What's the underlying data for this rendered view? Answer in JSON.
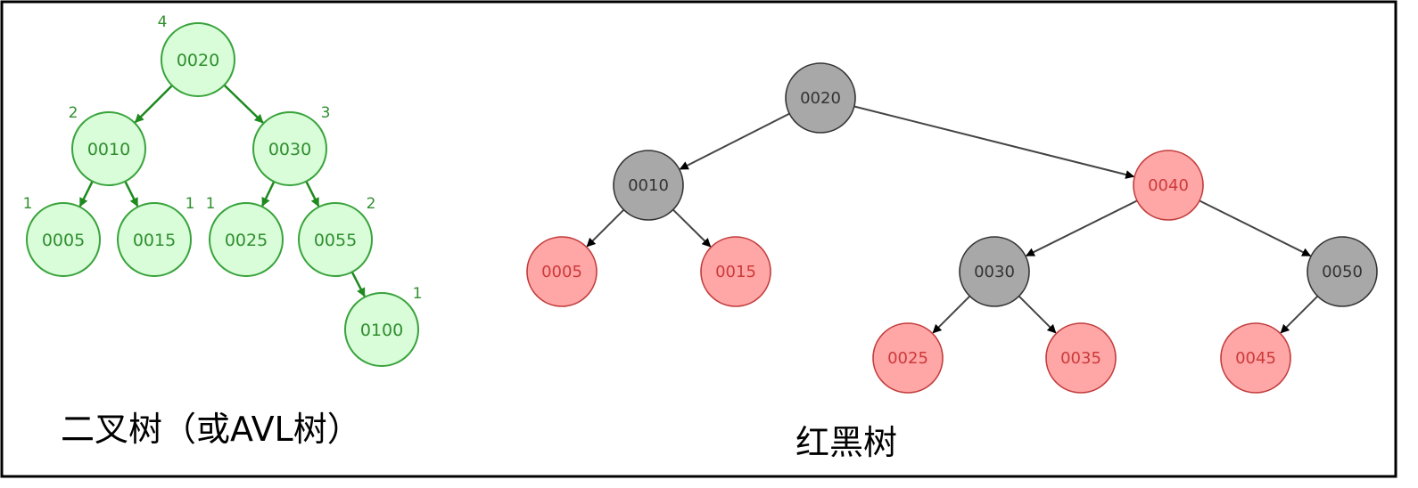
{
  "avl_tree": {
    "caption": "二叉树（或AVL树）",
    "nodes": [
      {
        "id": "n20",
        "label": "0020",
        "height": "4"
      },
      {
        "id": "n10",
        "label": "0010",
        "height": "2"
      },
      {
        "id": "n30",
        "label": "0030",
        "height": "3"
      },
      {
        "id": "n05",
        "label": "0005",
        "height": "1"
      },
      {
        "id": "n15",
        "label": "0015",
        "height": "1"
      },
      {
        "id": "n25",
        "label": "0025",
        "height": "1"
      },
      {
        "id": "n55",
        "label": "0055",
        "height": "2"
      },
      {
        "id": "n100",
        "label": "0100",
        "height": "1"
      }
    ],
    "edges": [
      [
        "n20",
        "n10"
      ],
      [
        "n20",
        "n30"
      ],
      [
        "n10",
        "n05"
      ],
      [
        "n10",
        "n15"
      ],
      [
        "n30",
        "n25"
      ],
      [
        "n30",
        "n55"
      ],
      [
        "n55",
        "n100"
      ]
    ]
  },
  "rb_tree": {
    "caption": "红黑树",
    "nodes": [
      {
        "id": "r20",
        "label": "0020",
        "color": "black"
      },
      {
        "id": "r10",
        "label": "0010",
        "color": "black"
      },
      {
        "id": "r40",
        "label": "0040",
        "color": "red"
      },
      {
        "id": "r05",
        "label": "0005",
        "color": "red"
      },
      {
        "id": "r15",
        "label": "0015",
        "color": "red"
      },
      {
        "id": "r30",
        "label": "0030",
        "color": "black"
      },
      {
        "id": "r50",
        "label": "0050",
        "color": "black"
      },
      {
        "id": "r25",
        "label": "0025",
        "color": "red"
      },
      {
        "id": "r35",
        "label": "0035",
        "color": "red"
      },
      {
        "id": "r45",
        "label": "0045",
        "color": "red"
      }
    ],
    "edges": [
      [
        "r20",
        "r10"
      ],
      [
        "r20",
        "r40"
      ],
      [
        "r10",
        "r05"
      ],
      [
        "r10",
        "r15"
      ],
      [
        "r40",
        "r30"
      ],
      [
        "r40",
        "r50"
      ],
      [
        "r30",
        "r25"
      ],
      [
        "r30",
        "r35"
      ],
      [
        "r50",
        "r45"
      ]
    ]
  }
}
